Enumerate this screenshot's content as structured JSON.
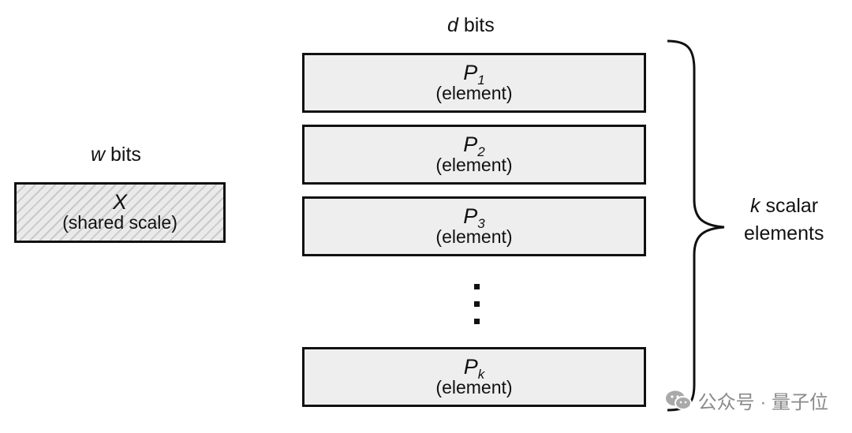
{
  "shared_block": {
    "width_label_var": "w",
    "width_label_unit": " bits",
    "symbol": "X",
    "description": "(shared scale)"
  },
  "element_blocks": {
    "width_label_var": "d",
    "width_label_unit": " bits",
    "items": [
      {
        "symbol": "P",
        "subscript": "1",
        "description": "(element)"
      },
      {
        "symbol": "P",
        "subscript": "2",
        "description": "(element)"
      },
      {
        "symbol": "P",
        "subscript": "3",
        "description": "(element)"
      },
      {
        "symbol": "P",
        "subscript": "k",
        "description": "(element)"
      }
    ],
    "ellipsis": "⋮"
  },
  "brace_label": {
    "var": "k",
    "line1_rest": " scalar",
    "line2": "elements"
  },
  "watermark": {
    "icon": "wechat-icon",
    "text": "公众号 · 量子位"
  }
}
